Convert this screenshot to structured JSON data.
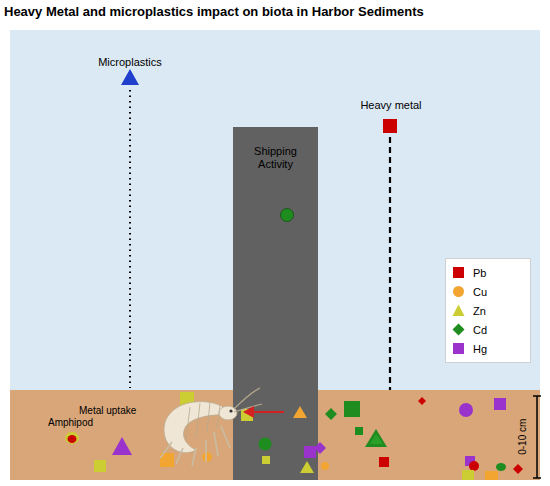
{
  "diagram": {
    "title": "Heavy Metal and microplastics impact on biota in Harbor Sediments",
    "nodes": [
      {
        "text": [
          "Shipping Activity"
        ]
      }
    ],
    "labels": [
      "Microplastics",
      "Heavy metal",
      "Metal uptake",
      "Amphipod",
      "0-10 cm"
    ],
    "legend": [
      {
        "text": "Pb",
        "color": "#cc0000"
      },
      {
        "text": "Cu",
        "color": "#f2a531"
      },
      {
        "text": "Zn",
        "color": "#cccc33"
      },
      {
        "text": "Cd",
        "color": "#1e8c1e"
      },
      {
        "text": "Hg",
        "color": "#9933cc"
      }
    ]
  }
}
